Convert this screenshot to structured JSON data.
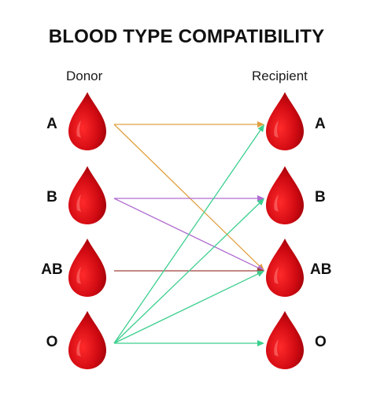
{
  "title": "BLOOD TYPE COMPATIBILITY",
  "donor_header": "Donor",
  "recipient_header": "Recipient",
  "donors": [
    {
      "label": "A"
    },
    {
      "label": "B"
    },
    {
      "label": "AB"
    },
    {
      "label": "O"
    }
  ],
  "recipients": [
    {
      "label": "A"
    },
    {
      "label": "B"
    },
    {
      "label": "AB"
    },
    {
      "label": "O"
    }
  ],
  "drop_icon": "blood-drop-icon",
  "colors": {
    "drop_main": "#d10a12",
    "drop_dark": "#8e0006",
    "drop_highlight": "#ff6a6a",
    "arrow_from_A": "#e0a040",
    "arrow_from_B": "#b06cd0",
    "arrow_from_AB": "#a0423a",
    "arrow_from_O": "#3ccf8e"
  },
  "compatibility": [
    {
      "from": "A",
      "to": "A"
    },
    {
      "from": "A",
      "to": "AB"
    },
    {
      "from": "B",
      "to": "B"
    },
    {
      "from": "B",
      "to": "AB"
    },
    {
      "from": "AB",
      "to": "AB"
    },
    {
      "from": "O",
      "to": "A"
    },
    {
      "from": "O",
      "to": "B"
    },
    {
      "from": "O",
      "to": "AB"
    },
    {
      "from": "O",
      "to": "O"
    }
  ]
}
